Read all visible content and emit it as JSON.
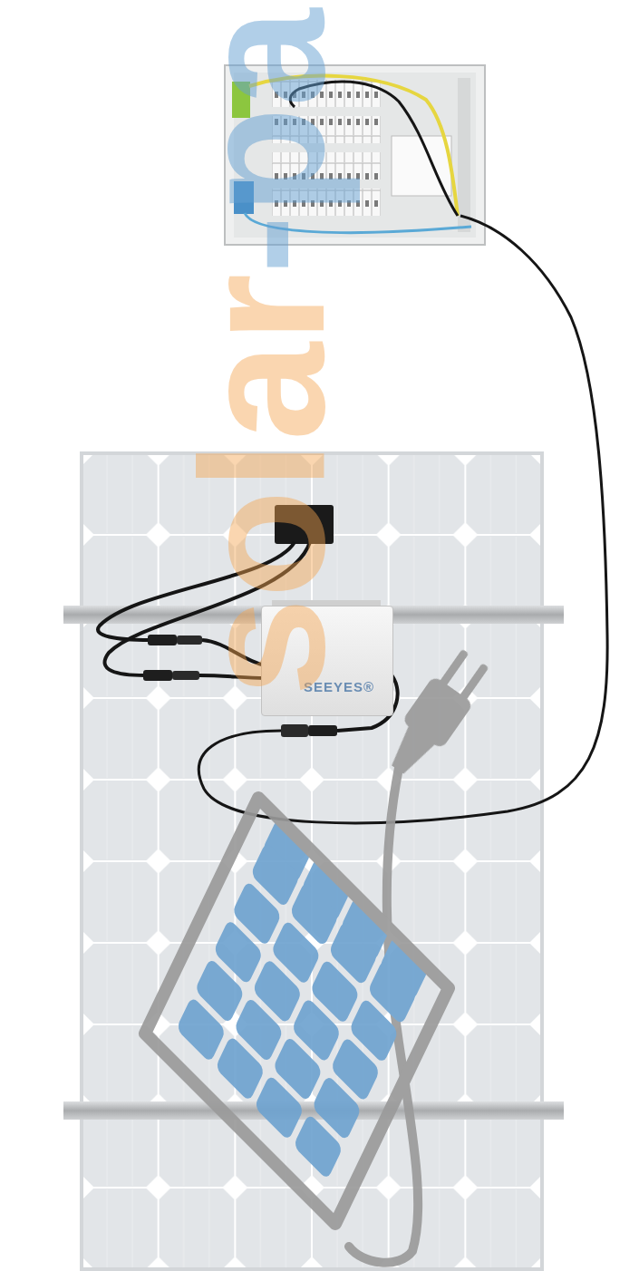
{
  "diagram": {
    "nodes": [
      {
        "text": [
          "SEEYES®"
        ]
      }
    ],
    "labels": [
      "solar",
      "-pa"
    ]
  }
}
